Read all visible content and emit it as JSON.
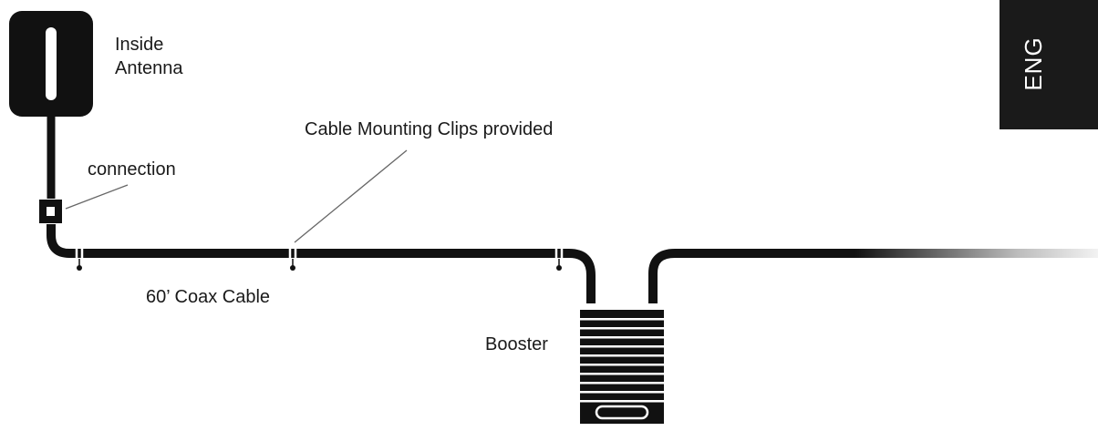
{
  "labels": {
    "inside_antenna_line1": "Inside",
    "inside_antenna_line2": "Antenna",
    "connection": "connection",
    "clips": "Cable Mounting Clips provided",
    "coax": "60’ Coax Cable",
    "booster": "Booster"
  },
  "side_tab": {
    "text": "ENG"
  },
  "colors": {
    "ink": "#111111",
    "label": "#1a1a1a",
    "leader_line": "#666666",
    "tab_background": "#1a1a1a"
  }
}
